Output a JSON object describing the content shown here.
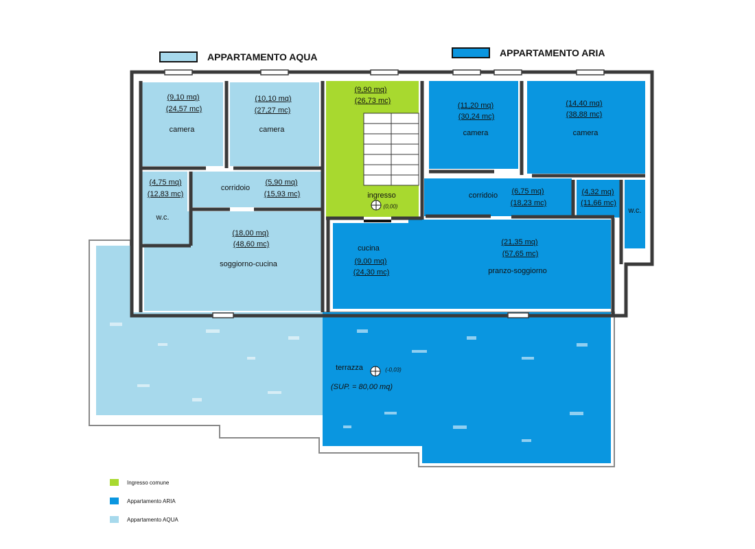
{
  "headers": {
    "aqua": "APPARTAMENTO  AQUA",
    "aria": "APPARTAMENTO ARIA"
  },
  "colors": {
    "aqua": "#a7d9ec",
    "aria": "#0a96e0",
    "common": "#a8d92f",
    "wall": "#3a3a3a"
  },
  "rooms": {
    "aqua_camera1": {
      "area": "(9,10 mq)",
      "volume": "(24,57 mc)",
      "name": "camera"
    },
    "aqua_camera2": {
      "area": "(10,10 mq)",
      "volume": "(27,27 mc)",
      "name": "camera"
    },
    "aqua_wc": {
      "area": "(4,75 mq)",
      "volume": "(12,83 mc)",
      "name": "w.c."
    },
    "aqua_corridoio": {
      "area": "(5,90 mq)",
      "volume": "(15,93 mc)",
      "name": "corridoio"
    },
    "aqua_soggiorno": {
      "area": "(18,00 mq)",
      "volume": "(48,60 mc)",
      "name": "soggiorno-cucina"
    },
    "ingresso": {
      "area": "(9,90 mq)",
      "volume": "(26,73 mc)",
      "name": "ingresso",
      "elevation": "(0,00)"
    },
    "aria_camera1": {
      "area": "(11,20 mq)",
      "volume": "(30,24 mc)",
      "name": "camera"
    },
    "aria_camera2": {
      "area": "(14,40 mq)",
      "volume": "(38,88 mc)",
      "name": "camera"
    },
    "aria_corridoio": {
      "area": "(6,75 mq)",
      "volume": "(18,23 mc)",
      "name": "corridoio"
    },
    "aria_wc": {
      "area": "(4,32 mq)",
      "volume": "(11,66 mc)",
      "name": "w.c."
    },
    "aria_cucina": {
      "area": "(9,00 mq)",
      "volume": "(24,30 mc)",
      "name": "cucina"
    },
    "aria_pranzo": {
      "area": "(21,35 mq)",
      "volume": "(57,65 mc)",
      "name": "pranzo-soggiorno"
    },
    "terrazza": {
      "name": "terrazza",
      "elevation": "(-0,03)",
      "surface": "(SUP. = 80,00 mq)"
    }
  },
  "legend": [
    {
      "label": "Ingresso comune",
      "color": "#a8d92f"
    },
    {
      "label": "Appartamento ARIA",
      "color": "#0a96e0"
    },
    {
      "label": "Appartamento AQUA",
      "color": "#a7d9ec"
    }
  ]
}
